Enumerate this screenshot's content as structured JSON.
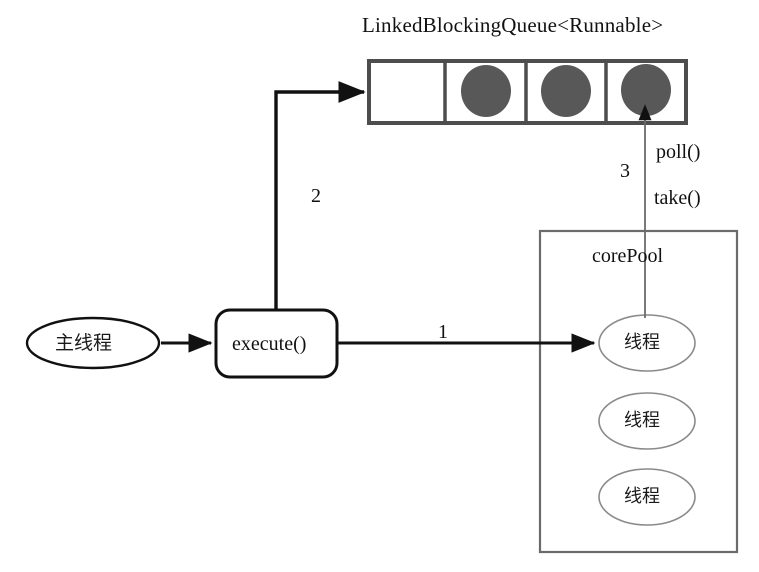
{
  "diagram": {
    "title": "LinkedBlockingQueue<Runnable>",
    "queue": {
      "name": "LinkedBlockingQueue<Runnable>",
      "cell_count": 4,
      "cells": [
        {
          "index": 0,
          "filled": false,
          "label": ""
        },
        {
          "index": 1,
          "filled": true,
          "label": ""
        },
        {
          "index": 2,
          "filled": true,
          "label": ""
        },
        {
          "index": 3,
          "filled": true,
          "label": ""
        }
      ],
      "task_color": "#585858",
      "border_color": "#4d4d4d"
    },
    "main_thread": {
      "label": "主线程"
    },
    "execute_box": {
      "label": "execute()"
    },
    "core_pool": {
      "label": "corePool",
      "threads": [
        {
          "label": "线程"
        },
        {
          "label": "线程"
        },
        {
          "label": "线程"
        }
      ],
      "border_color": "#6b6b6b"
    },
    "edges": [
      {
        "id": "edge-1",
        "label": "1",
        "from": "execute()",
        "to": "线程"
      },
      {
        "id": "edge-2",
        "label": "2",
        "from": "execute()",
        "to": "LinkedBlockingQueue<Runnable>"
      },
      {
        "id": "edge-3",
        "label": "3",
        "from": "线程",
        "to": "LinkedBlockingQueue<Runnable>"
      }
    ],
    "method_labels": {
      "poll": "poll()",
      "take": "take()"
    }
  }
}
